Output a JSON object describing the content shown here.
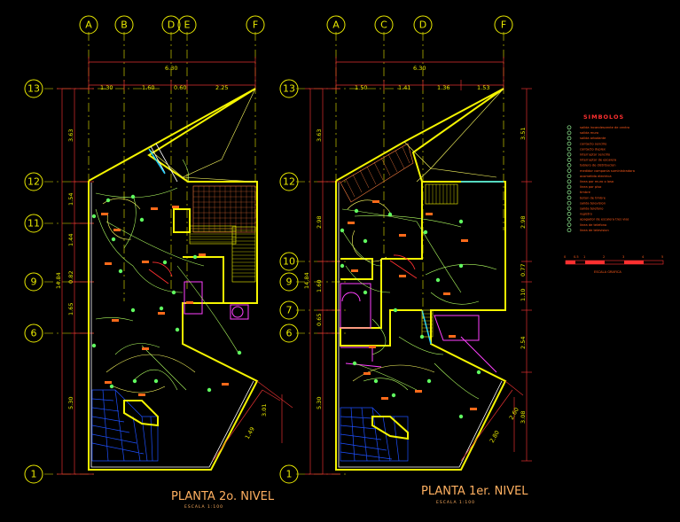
{
  "left_plan": {
    "title": "PLANTA 2o. NIVEL",
    "subtitle": "ESCALA 1:100",
    "col_axes": [
      "A",
      "B",
      "D",
      "E",
      "F"
    ],
    "row_axes": [
      "13",
      "12",
      "11",
      "9",
      "6",
      "1"
    ],
    "top_total": "6.30",
    "top_dims": [
      "1.30",
      "1.60",
      "0.60",
      "2.25"
    ],
    "left_dims": [
      "3.63",
      "1.54",
      "1.44",
      "1.65",
      "5.30"
    ],
    "left_total": "14.84",
    "left_inner": [
      "0.82"
    ],
    "diag_dims": [
      "3.01",
      "1.49"
    ]
  },
  "right_plan": {
    "title": "PLANTA 1er. NIVEL",
    "subtitle": "ESCALA 1:100",
    "col_axes": [
      "A",
      "C",
      "D",
      "F"
    ],
    "row_axes": [
      "13",
      "12",
      "10",
      "9",
      "7",
      "6",
      "1"
    ],
    "top_total": "6.30",
    "top_dims": [
      "1.50",
      "1.41",
      "1.36",
      "1.53"
    ],
    "left_dims": [
      "3.63",
      "2.98",
      "1.60",
      "0.65",
      "5.30"
    ],
    "left_total": "14.84",
    "right_dims": [
      "3.51",
      "2.98",
      "0.77",
      "1.10",
      "2.54",
      "3.08"
    ],
    "diag_dims": [
      "2.80",
      "2.60"
    ]
  },
  "legend": {
    "title": "SIMBOLOS",
    "items": [
      "salida incandescente de centro",
      "salida muro",
      "salida arbotante",
      "contacto sencillo",
      "contacto duplex",
      "interruptor sencillo",
      "interruptor de escalera",
      "tablero de distribucion",
      "medidor compania suministradora",
      "acometida electrica",
      "linea por muro o losa",
      "linea por piso",
      "timbre",
      "boton de timbre",
      "salida television",
      "salida telefono",
      "registro",
      "apagador de escalera tres vias",
      "linea de telefono",
      "linea de television"
    ],
    "scale_label": "ESCALA GRAFICA",
    "scale_ticks": [
      "0",
      "0.5",
      "1",
      "2",
      "3",
      "4",
      "5"
    ]
  },
  "colors": {
    "background": "#000000",
    "axis": "#e8e800",
    "wall": "#f5f500",
    "dimension": "#e03030",
    "text_label": "#ff6a1a",
    "circuit": "#b0ff60",
    "stair": "#1e50ff",
    "bath": "#ff40ff"
  }
}
